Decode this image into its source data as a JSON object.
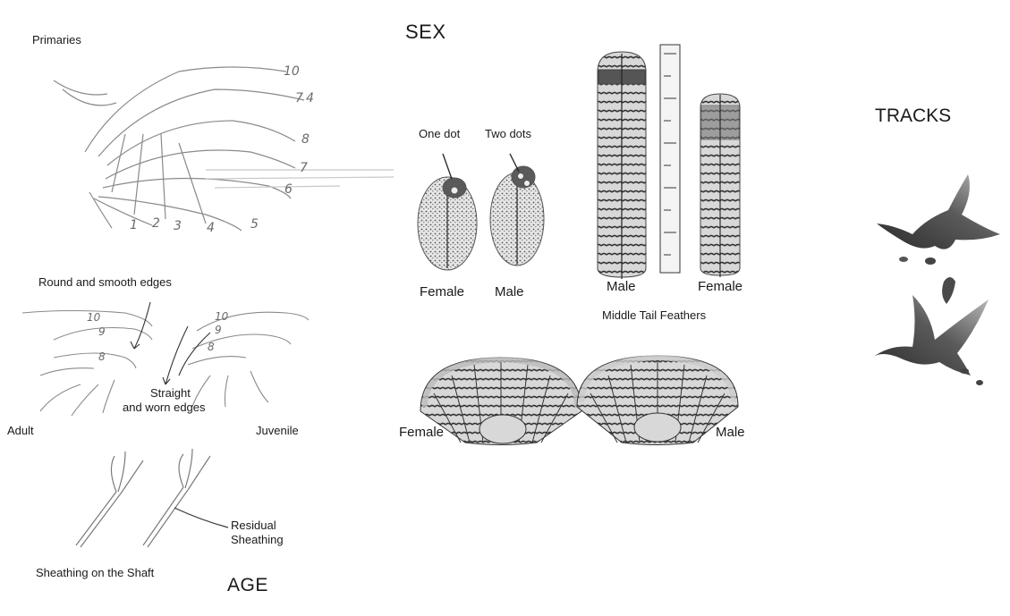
{
  "age_section": {
    "primaries_label": "Primaries",
    "primary_numbers": [
      "10",
      "7",
      "4",
      "8",
      "7",
      "6",
      "1",
      "2",
      "3",
      "4",
      "5"
    ],
    "round_label": "Round and smooth edges",
    "wing_numbers_adult": [
      "10",
      "9",
      "8"
    ],
    "wing_numbers_juvenile": [
      "10",
      "9",
      "8"
    ],
    "straight_label_line1": "Straight",
    "straight_label_line2": "and worn edges",
    "adult_label": "Adult",
    "juvenile_label": "Juvenile",
    "residual_line1": "Residual",
    "residual_line2": "Sheathing",
    "sheathing_label": "Sheathing on the Shaft",
    "heading": "AGE"
  },
  "sex_section": {
    "heading": "SEX",
    "one_dot": "One dot",
    "two_dots": "Two dots",
    "female_label": "Female",
    "male_label": "Male",
    "tail_male": "Male",
    "tail_female": "Female",
    "middle_tail_caption": "Middle Tail Feathers",
    "fan_female": "Female",
    "fan_male": "Male"
  },
  "tracks_section": {
    "heading": "TRACKS"
  }
}
